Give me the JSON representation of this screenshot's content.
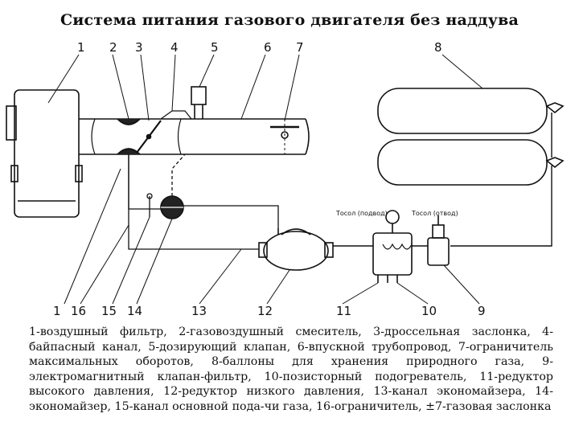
{
  "title": "Система питания газового двигателя без наддува",
  "diagram": {
    "labels": {
      "n1_top": "1",
      "n2": "2",
      "n3": "3",
      "n4": "4",
      "n5": "5",
      "n6": "6",
      "n7": "7",
      "n8": "8",
      "n1_bottom": "1",
      "n16": "16",
      "n15": "15",
      "n14": "14",
      "n13": "13",
      "n12": "12",
      "n11": "11",
      "n10": "10",
      "n9": "9"
    },
    "tosol_in": "Тосол (подвод)",
    "tosol_out": "Тосол (отвод)"
  },
  "legend": "1-воздушный фильтр, 2-газовоздушный смеситель, 3-дроссельная заслонка, 4-байпасный канал, 5-дозирующий клапан, 6-впускной трубопровод, 7-ограничитель максимальных оборотов, 8-баллоны для хранения природного газа, 9-электромагнитный клапан-фильтр, 10-позисторный подогреватель, 11-редуктор высокого давления, 12-редуктор низкого давления, 13-канал экономайзера, 14-экономайзер, 15-канал основной пода-чи газа, 16-ограничитель, ±7-газовая заслонка"
}
